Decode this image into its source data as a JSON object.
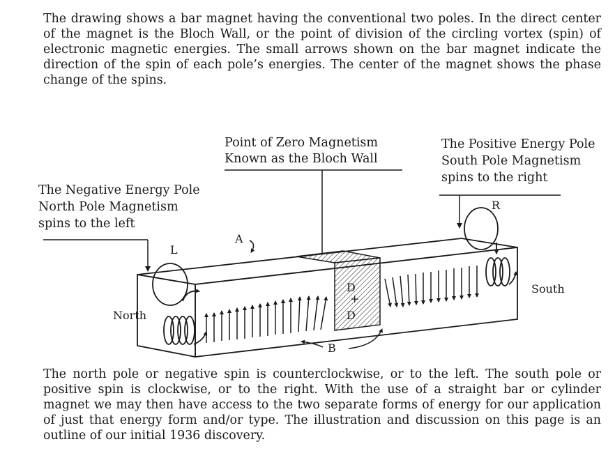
{
  "intro_text": "The drawing shows a bar magnet having the conventional two poles. In the direct center of the magnet is the Bloch Wall, or the point of division of the circling vortex (spin) of electronic magnetic energies. The small arrows shown on the bar magnet indicate the direction of the spin of each pole’s energies. The center of the magnet shows the phase change of the spins.",
  "labels": {
    "center_line1": "Point of Zero Magnetism",
    "center_line2": "Known as the Bloch Wall",
    "right_line1": "The Positive Energy Pole",
    "right_line2": "South Pole Magnetism",
    "right_line3": "spins to the right",
    "left_line1": "The Negative Energy Pole",
    "left_line2": "North Pole Magnetism",
    "left_line3": "spins to the left",
    "north": "North",
    "south": "South",
    "letter_L": "L",
    "letter_R": "R",
    "letter_A": "A",
    "letter_B": "B",
    "letter_D1": "D",
    "letter_D2": "D"
  },
  "outro_text": "The north pole or negative spin is counterclockwise, or to the left. The south pole or positive spin is clockwise, or to the right. With the use of a straight bar or cylinder magnet we may then have access to the two separate forms of energy for our application of just that energy form and/or type. The illustration and discussion on this page is an outline of our initial 1936 discovery."
}
